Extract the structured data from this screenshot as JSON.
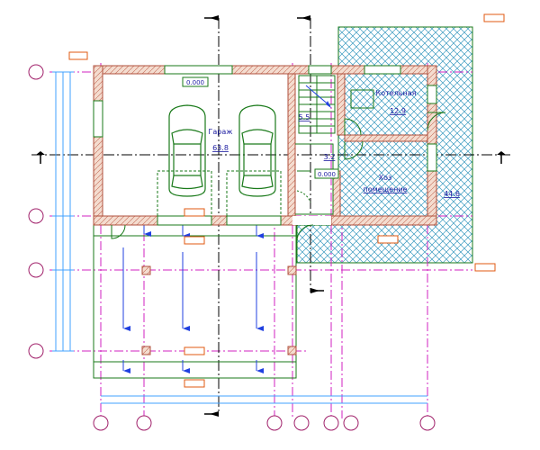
{
  "rooms": {
    "garage": {
      "name": "Гараж",
      "area": "63.8"
    },
    "boiler": {
      "name": "Котельная",
      "area": "12.9"
    },
    "utility": {
      "name_line1": "Хоз",
      "name_line2": "помещение"
    },
    "stair_area": "5.5",
    "hall_area": "3.2",
    "terrace_area": "44.6"
  },
  "levels": {
    "garage_level": "0.000",
    "hall_level": "0.000"
  },
  "colors": {
    "wall_fill": "#f2d6c8",
    "wall_stroke": "#b0503c",
    "outline_green": "#1a7a1a",
    "axis_magenta": "#d020c0",
    "axis_blue": "#2040e0",
    "dim_cyan": "#40a0ff",
    "hatch": "#3a9ac0",
    "tag_orange": "#e05a10",
    "label_blue": "#1a1aa0",
    "bubble": "#a0206a"
  }
}
